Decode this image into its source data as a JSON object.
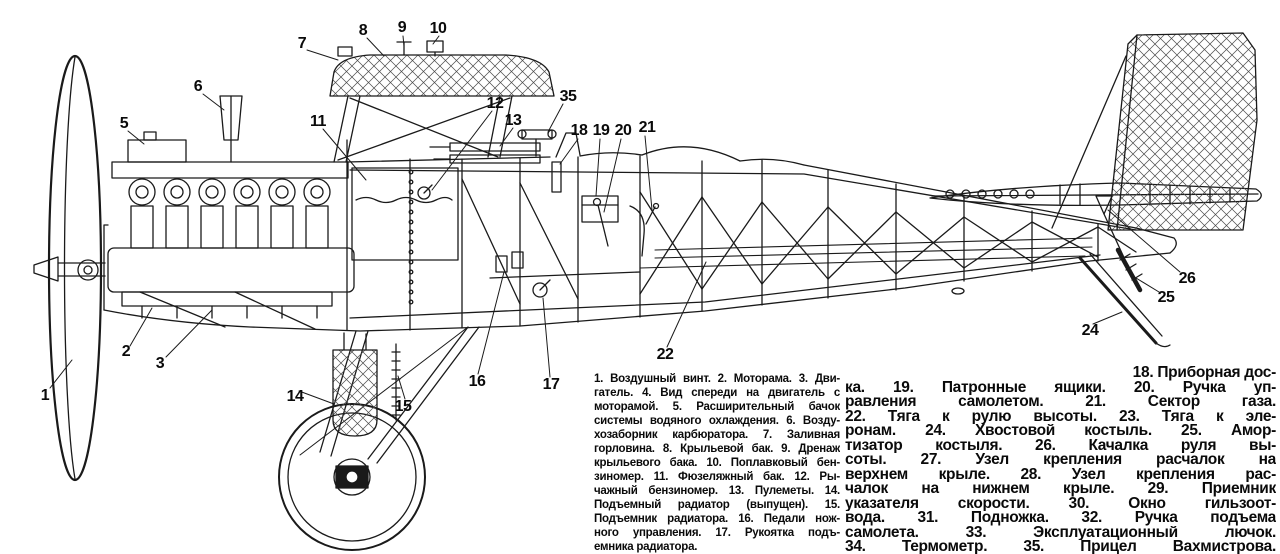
{
  "colors": {
    "ink": "#1a1a1a",
    "paper": "#ffffff"
  },
  "callouts": {
    "n1": "1",
    "n2": "2",
    "n3": "3",
    "n5": "5",
    "n6": "6",
    "n7": "7",
    "n8": "8",
    "n9": "9",
    "n10": "10",
    "n11": "11",
    "n12": "12",
    "n13": "13",
    "n14": "14",
    "n15": "15",
    "n16": "16",
    "n17": "17",
    "n18": "18",
    "n19": "19",
    "n20": "20",
    "n21": "21",
    "n22": "22",
    "n24": "24",
    "n25": "25",
    "n26": "26",
    "n35": "35"
  },
  "legend": {
    "left": [
      "1. Воздушный винт. 2. Моторама. 3. Дви-",
      "гатель. 4. Вид спереди на двигатель с",
      "моторамой. 5. Расширительный бачок",
      "системы водяного охлаждения. 6. Возду-",
      "хозаборник карбюратора. 7. Заливная",
      "горловина. 8. Крыльевой бак. 9. Дренаж",
      "крыльевого бака. 10. Поплавковый бен-",
      "зиномер. 11. Фюзеляжный бак. 12. Ры-",
      "чажный бензиномер. 13. Пулеметы. 14.",
      "Подъемный радиатор (выпущен). 15.",
      "Подъемник радиатора. 16. Педали нож-",
      "ного управления. 17. Рукоятка подъ-",
      "емника радиатора."
    ],
    "right": [
      "18. Приборная дос-",
      "ка. 19. Патронные ящики. 20. Ручка уп-",
      "равления самолетом. 21. Сектор газа.",
      "22. Тяга к рулю высоты. 23. Тяга к эле-",
      "ронам. 24. Хвостовой костыль. 25. Амор-",
      "тизатор костыля. 26. Качалка руля вы-",
      "соты. 27. Узел крепления расчалок на",
      "верхнем крыле. 28. Узел крепления рас-",
      "чалок на нижнем крыле. 29. Приемник",
      "указателя скорости. 30. Окно гильзоот-",
      "вода. 31. Подножка. 32. Ручка подъема",
      "самолета. 33. Эксплуатационный лючок.",
      "34. Термометр. 35. Прицел Вахмистрова."
    ]
  }
}
